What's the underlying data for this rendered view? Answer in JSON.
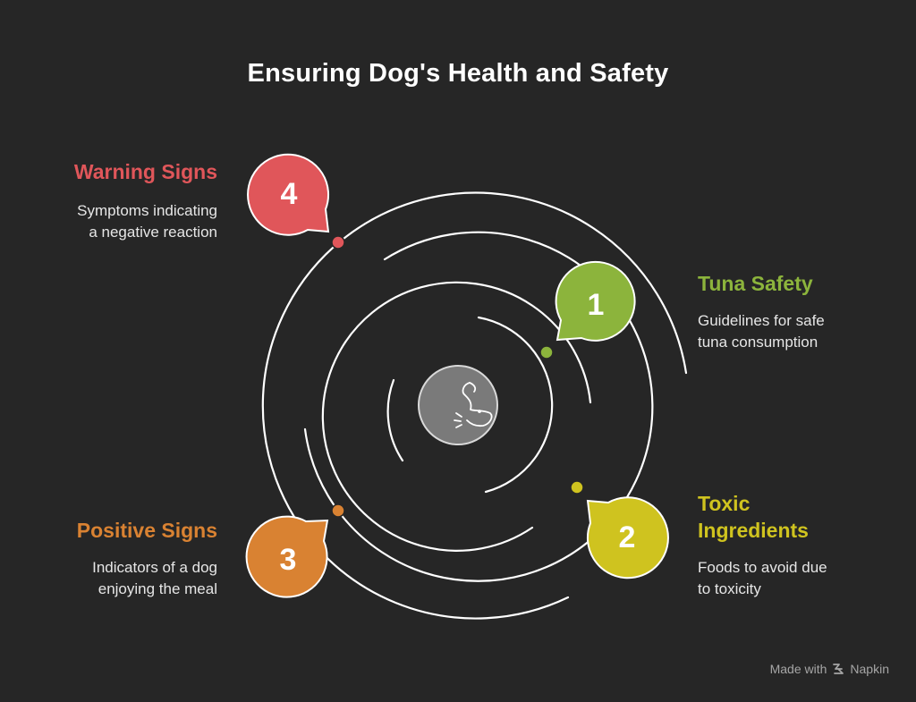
{
  "title": "Ensuring Dog's Health and Safety",
  "center_icon": "dog-head-icon",
  "items": [
    {
      "number": "1",
      "label": "Tuna Safety",
      "desc_line1": "Guidelines for safe",
      "desc_line2": "tuna consumption",
      "color": "#8cb43c"
    },
    {
      "number": "2",
      "label": "Toxic",
      "label_line2": "Ingredients",
      "desc_line1": "Foods to avoid due",
      "desc_line2": "to toxicity",
      "color": "#cfc31f"
    },
    {
      "number": "3",
      "label": "Positive Signs",
      "desc_line1": "Indicators of a dog",
      "desc_line2": "enjoying the meal",
      "color": "#d98232"
    },
    {
      "number": "4",
      "label": "Warning Signs",
      "desc_line1": "Symptoms indicating",
      "desc_line2": "a negative reaction",
      "color": "#e0565a"
    }
  ],
  "footer": {
    "made_with": "Made with",
    "brand": "Napkin",
    "brand_icon": "napkin-logo-icon"
  }
}
